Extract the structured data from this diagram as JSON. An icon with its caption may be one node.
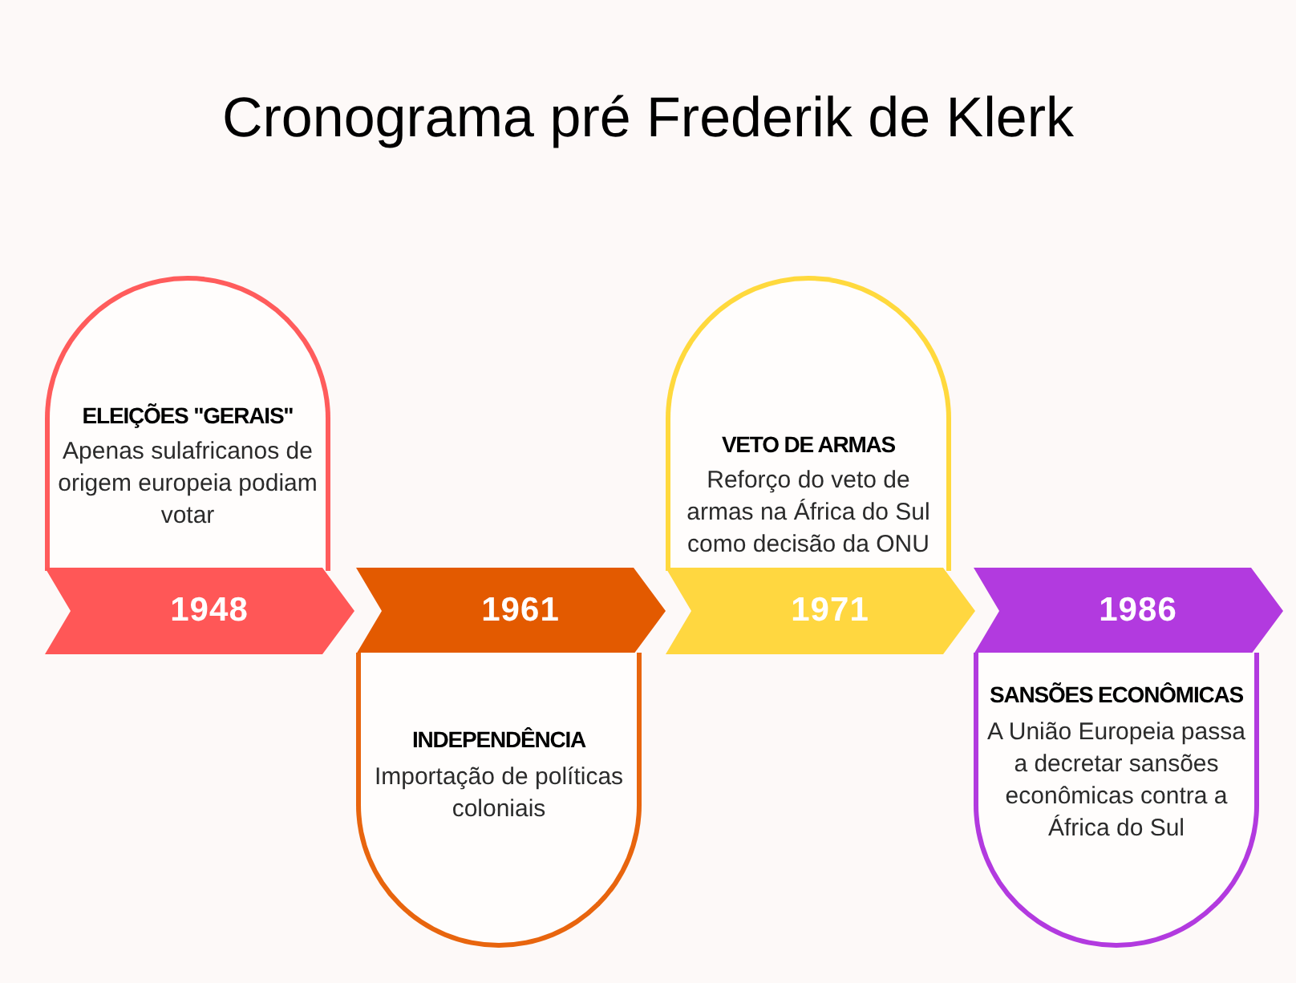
{
  "diagram": {
    "title": "Cronograma pré Frederik de Klerk",
    "nodes": [
      {
        "text": [
          "ELEIÇÕES \"GERAIS\"",
          "Apenas sulafricanos de origem europeia podiam votar"
        ]
      },
      {
        "text": [
          "1948"
        ]
      },
      {
        "text": [
          "1961"
        ]
      },
      {
        "text": [
          "INDEPENDÊNCIA",
          "Importação de políticas coloniais"
        ]
      },
      {
        "text": [
          "VETO DE ARMAS",
          "Reforço do veto de armas na África do Sul como decisão da ONU"
        ]
      },
      {
        "text": [
          "1971"
        ]
      },
      {
        "text": [
          "1986"
        ]
      },
      {
        "text": [
          "SANSÕES ECONÔMICAS",
          "A União Europeia passa a decretar sansões econômicas contra a África do Sul"
        ]
      }
    ]
  }
}
